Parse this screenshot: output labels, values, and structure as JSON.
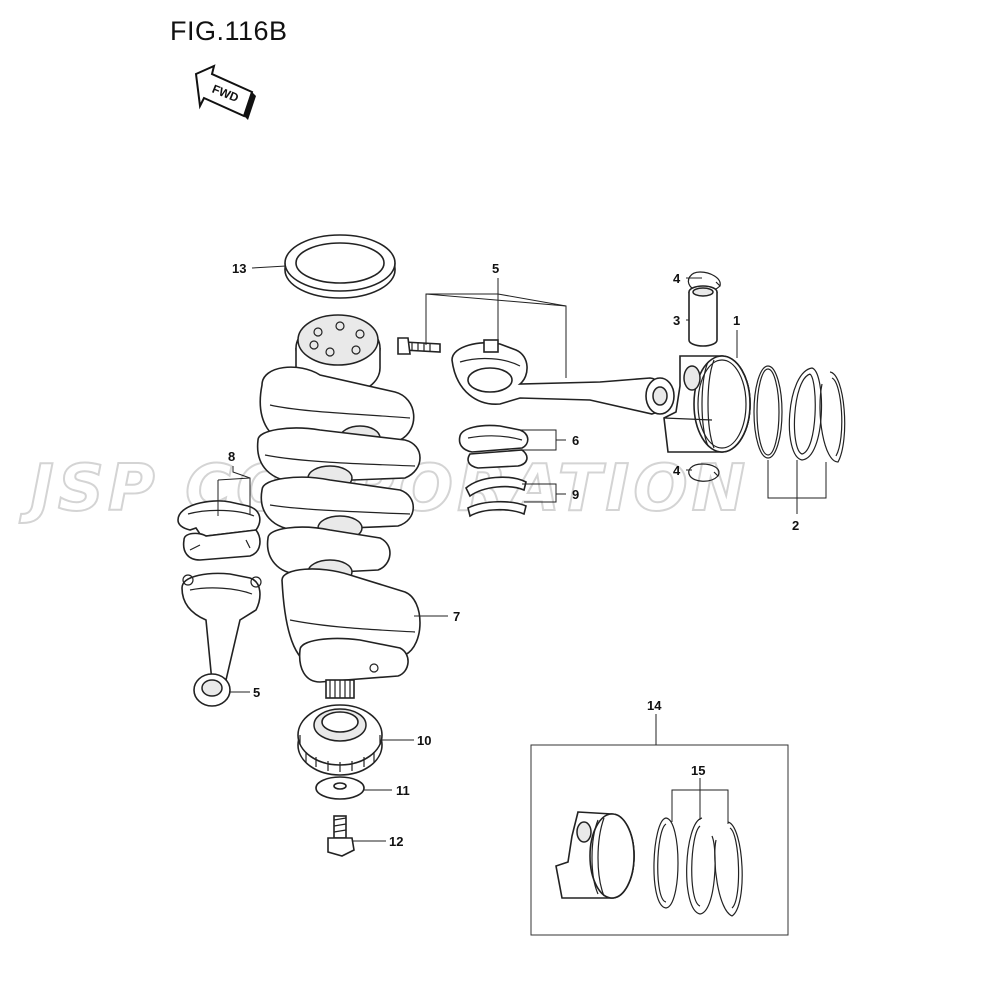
{
  "figure": {
    "title": "FIG.116B",
    "fwd_label": "FWD"
  },
  "watermark": "JSP CORPORATION",
  "callouts": [
    {
      "id": "1",
      "label": "1"
    },
    {
      "id": "2",
      "label": "2"
    },
    {
      "id": "3",
      "label": "3"
    },
    {
      "id": "4a",
      "label": "4"
    },
    {
      "id": "4b",
      "label": "4"
    },
    {
      "id": "5a",
      "label": "5"
    },
    {
      "id": "5b",
      "label": "5"
    },
    {
      "id": "6",
      "label": "6"
    },
    {
      "id": "7",
      "label": "7"
    },
    {
      "id": "8",
      "label": "8"
    },
    {
      "id": "9",
      "label": "9"
    },
    {
      "id": "10",
      "label": "10"
    },
    {
      "id": "11",
      "label": "11"
    },
    {
      "id": "12",
      "label": "12"
    },
    {
      "id": "13",
      "label": "13"
    },
    {
      "id": "14",
      "label": "14"
    },
    {
      "id": "15",
      "label": "15"
    }
  ]
}
